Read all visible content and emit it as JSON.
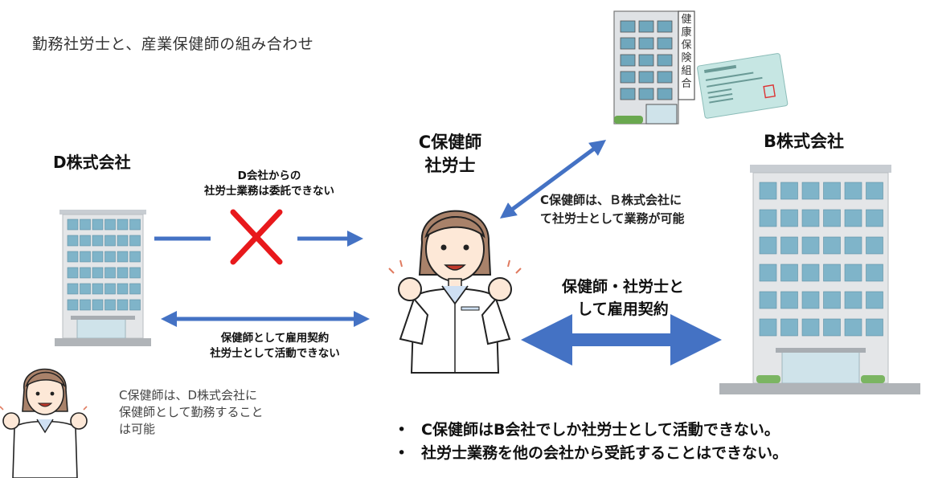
{
  "title": "勤務社労士と、産業保健師の組み合わせ",
  "company_d": "D株式会社",
  "company_b": "B株式会社",
  "person_c": {
    "line1": "C保健師",
    "line2": "社労士"
  },
  "kenpo_sign": [
    "健",
    "康",
    "保",
    "険",
    "組",
    "合"
  ],
  "note_d_cannot": {
    "line1": "D会社からの",
    "line2": "社労士業務は委託できない"
  },
  "note_d_employment": {
    "line1": "保健師として雇用契約",
    "line2": "社労士として活動できない"
  },
  "note_b_possible": {
    "line1": "C保健師は、Ｂ株式会社に",
    "line2": "て社労士として業務が可能"
  },
  "note_b_contract": {
    "line1": "保健師・社労士と",
    "line2": "して雇用契約"
  },
  "note_c_at_d": {
    "line1": "C保健師は、D株式会社に",
    "line2": "保健師として勤務すること",
    "line3": "は可能"
  },
  "bullets": [
    "C保健師はB会社でしか社労士として活動できない。",
    "社労士業務を他の会社から受託することはできない。"
  ],
  "colors": {
    "arrow": "#4472c4",
    "cross": "#e8191c"
  }
}
